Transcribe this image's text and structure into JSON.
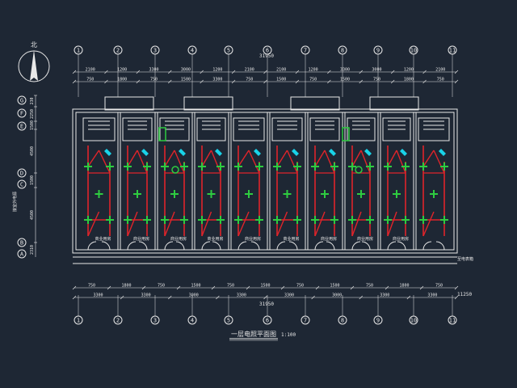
{
  "drawing": {
    "title": "一层电照平面图",
    "scale": "1:100",
    "north_label": "北",
    "top_total_dim": "31950",
    "bottom_total_dim": "31950",
    "overall_side_dim": "11250",
    "colors": {
      "background": "#1e2734",
      "linework": "#e8e8e8",
      "wiring": "#e0242a",
      "fixtures": "#2ecc40",
      "fixtures_alt": "#19d3e8"
    }
  },
  "axes": {
    "columns": [
      "1",
      "2",
      "3",
      "4",
      "5",
      "6",
      "7",
      "8",
      "9",
      "10",
      "11"
    ],
    "rows_left": [
      "G",
      "F",
      "E",
      "D",
      "C",
      "B",
      "A"
    ]
  },
  "dimensions": {
    "top_row1": [
      "2100",
      "1200",
      "3300",
      "3000",
      "1200",
      "2100",
      "2100",
      "1200",
      "3300",
      "3000",
      "1200",
      "2100"
    ],
    "top_row2": [
      "750",
      "1800",
      "750",
      "1500",
      "3300",
      "750",
      "1500",
      "750",
      "1500",
      "750",
      "1800",
      "750"
    ],
    "bottom_row1": [
      "750",
      "1800",
      "750",
      "1500",
      "750",
      "1500",
      "750",
      "1500",
      "750",
      "1800",
      "750"
    ],
    "bottom_row2": [
      "3300",
      "3300",
      "3000",
      "3300",
      "3300",
      "3000",
      "3300",
      "3300"
    ],
    "left_side": [
      "230",
      "2250",
      "1500",
      "4500",
      "1500",
      "4500",
      "2310"
    ]
  },
  "room_labels": [
    "商业用房",
    "商业用房",
    "商业用房",
    "商业用房",
    "商业用房",
    "商业用房",
    "商业用房",
    "商业用房",
    "商业用房"
  ],
  "annotations": {
    "right_note": "至电表箱",
    "left_note": "接室外电源"
  }
}
